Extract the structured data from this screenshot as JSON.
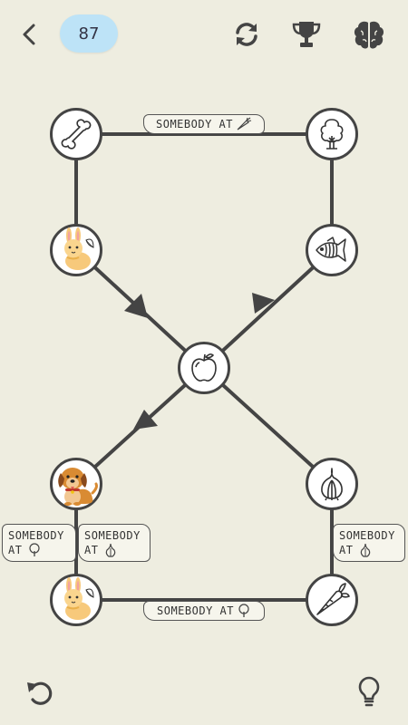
{
  "header": {
    "level": "87",
    "back_icon": "chevron-left-icon",
    "restart_icon": "refresh-icon",
    "trophy_icon": "trophy-icon",
    "brain_icon": "brain-icon"
  },
  "nodes": [
    {
      "name": "bone",
      "icon": "bone-icon"
    },
    {
      "name": "tree",
      "icon": "tree-icon"
    },
    {
      "name": "rabbit-top",
      "icon": "rabbit-icon"
    },
    {
      "name": "fish",
      "icon": "fish-icon"
    },
    {
      "name": "apple",
      "icon": "apple-icon"
    },
    {
      "name": "dog",
      "icon": "dog-icon"
    },
    {
      "name": "garlic",
      "icon": "garlic-icon"
    },
    {
      "name": "rabbit-bottom",
      "icon": "rabbit-icon"
    },
    {
      "name": "carrot",
      "icon": "carrot-icon"
    }
  ],
  "edge_labels": {
    "top": {
      "text": "SOMEBODY AT",
      "icon": "carrot-icon"
    },
    "left_a_line1": "SOMEBODY",
    "left_a_line2": "AT",
    "left_a_icon": "tree-icon",
    "left_b_line1": "SOMEBODY",
    "left_b_line2": "AT",
    "left_b_icon": "garlic-icon",
    "right_line1": "SOMEBODY",
    "right_line2": "AT",
    "right_icon": "garlic-icon",
    "bottom": {
      "text": "SOMEBODY AT",
      "icon": "tree-icon"
    }
  },
  "footer": {
    "undo_icon": "undo-icon",
    "hint_icon": "lightbulb-icon"
  },
  "colors": {
    "background": "#EEEDE0",
    "line": "#444444",
    "level_pill": "#BDE3F7"
  }
}
